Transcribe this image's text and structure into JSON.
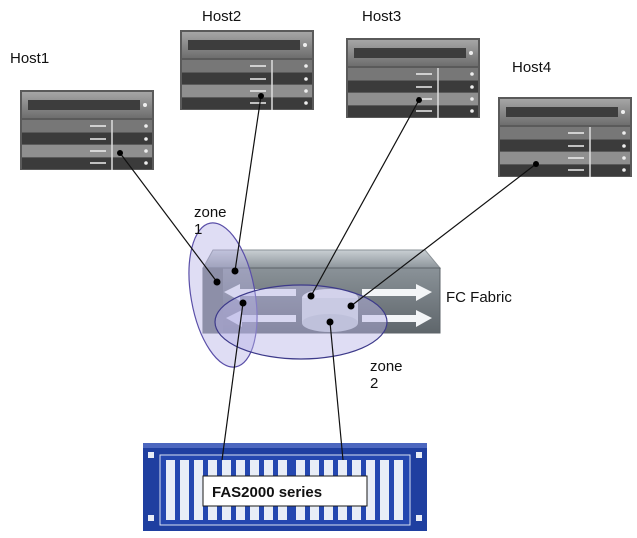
{
  "hosts": [
    {
      "label": "Host1"
    },
    {
      "label": "Host2"
    },
    {
      "label": "Host3"
    },
    {
      "label": "Host4"
    }
  ],
  "fabric": {
    "label": "FC Fabric"
  },
  "zones": [
    {
      "line1": "zone",
      "line2": "1"
    },
    {
      "line1": "zone",
      "line2": "2"
    }
  ],
  "storage": {
    "label": "FAS2000 series"
  },
  "colors": {
    "zone_fill": "#b9b3e6",
    "zone_stroke": "#5a4fa8",
    "server_dark": "#3b3b3b",
    "server_light": "#8f8f8f",
    "switch_body": "#7e868c",
    "storage_blue": "#1f3fa0"
  }
}
